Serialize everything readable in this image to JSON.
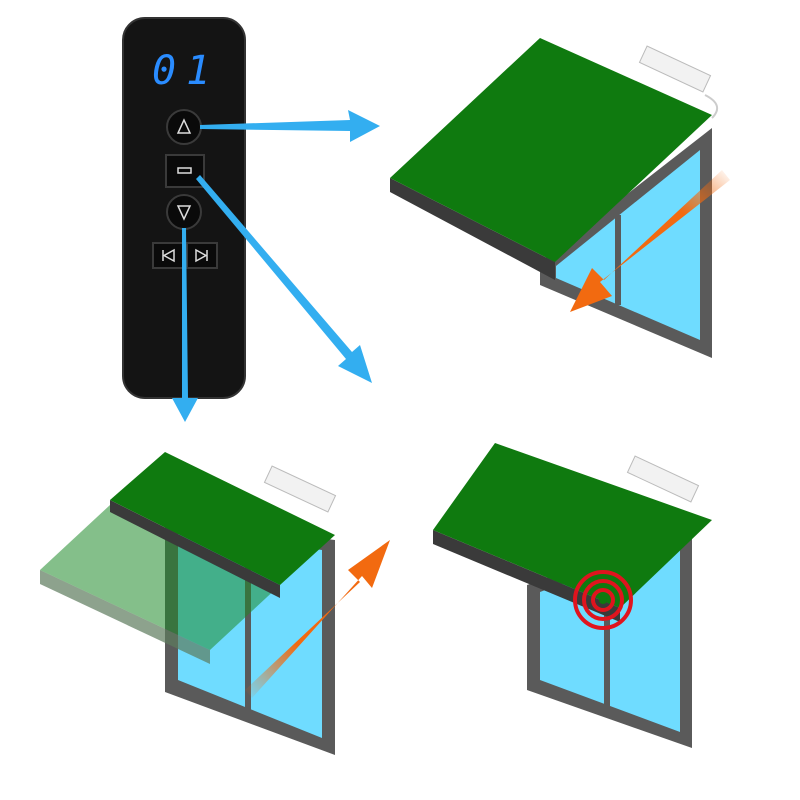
{
  "remote": {
    "display": "01",
    "buttons": [
      {
        "name": "up",
        "icon": "triangle-up-icon"
      },
      {
        "name": "stop",
        "icon": "stop-bar-icon"
      },
      {
        "name": "down",
        "icon": "triangle-down-icon"
      },
      {
        "name": "previous-channel",
        "icon": "skip-back-icon"
      },
      {
        "name": "next-channel",
        "icon": "skip-forward-icon"
      }
    ]
  },
  "colors": {
    "awning": "#0f7a0f",
    "glass": "#6fdcff",
    "frame": "#5a5a5a",
    "pointer_arrow": "#33aef0",
    "motion_arrow": "#f26a10",
    "sensor": "#e0141e",
    "remote_body": "#141414"
  }
}
